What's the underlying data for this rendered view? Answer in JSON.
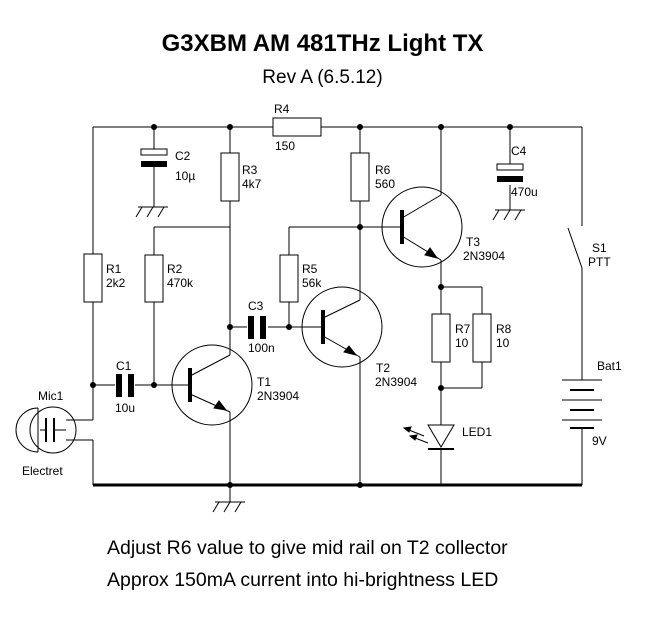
{
  "title": "G3XBM AM 481THz Light TX",
  "revision": "Rev A (6.5.12)",
  "notes": [
    "Adjust R6 value to give mid rail on T2 collector",
    "Approx 150mA current into hi-brightness LED"
  ],
  "components": {
    "r4": {
      "ref": "R4",
      "value": "150"
    },
    "c2": {
      "ref": "C2",
      "value": "10µ"
    },
    "r3": {
      "ref": "R3",
      "value": "4k7"
    },
    "r6": {
      "ref": "R6",
      "value": "560"
    },
    "c4": {
      "ref": "C4",
      "value": "470u"
    },
    "r1": {
      "ref": "R1",
      "value": "2k2"
    },
    "r2": {
      "ref": "R2",
      "value": "470k"
    },
    "r5": {
      "ref": "R5",
      "value": "56k"
    },
    "c3": {
      "ref": "C3",
      "value": "100n"
    },
    "t3": {
      "ref": "T3",
      "value": "2N3904"
    },
    "s1": {
      "ref": "S1",
      "value": "PTT"
    },
    "r7": {
      "ref": "R7",
      "value": "10"
    },
    "r8": {
      "ref": "R8",
      "value": "10"
    },
    "t2": {
      "ref": "T2",
      "value": "2N3904"
    },
    "bat1": {
      "ref": "Bat1",
      "value": "9V"
    },
    "c1": {
      "ref": "C1",
      "value": "10u"
    },
    "t1": {
      "ref": "T1",
      "value": "2N3904"
    },
    "mic1": {
      "ref": "Mic1",
      "value": "Electret"
    },
    "led1": {
      "ref": "LED1"
    }
  }
}
